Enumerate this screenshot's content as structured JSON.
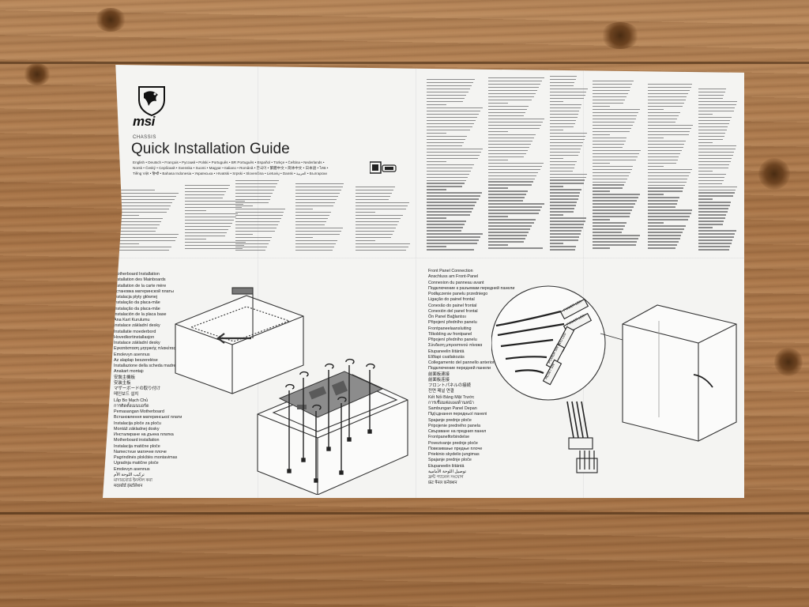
{
  "scene": "Unfolded MSI chassis quick installation guide lying on a wooden table",
  "colors": {
    "paper": "#f4f4f2",
    "ink": "#222222",
    "wood": "#a87447",
    "board": "#8c8c8c"
  },
  "guide": {
    "brand": "msi",
    "logo_icon": "msi-dragon-shield-icon",
    "product_line": "CHASSIS",
    "title": "Quick Installation Guide",
    "languages": "English • Deutsch • Français • Русский • Polski • Português • BR Português • Español • Türkçe • Čeština • Nederlands • Norsk • Český • Сербский • Svenska • Suomi • Magyar • Italiano • Română • 한국어 • 繁體中文 • 简体中文 • 日本語 • ไทย • Tiếng Việt • हिन्दी • Bahasa Indonesia • Українська • Hrvatski • Srpski • Slovenčina • Lietuvių • Dansk • العربية • Български",
    "qr_icon": "qr-code-icon"
  },
  "sections": {
    "motherboard": {
      "items": [
        "Motherboard Installation",
        "Installation des Mainboards",
        "Installation de la carte mère",
        "Установка материнской платы",
        "Instalacja płyty głównej",
        "Instalação da placa-mãe",
        "Instalação da placa-mãe",
        "Instalación de la placa base",
        "Ana Kart Kurulumu",
        "Instalace základní desky",
        "Installatie moederbord",
        "Hovedkortinstallasjon",
        "Instalace základní desky",
        "Eγκατάσταση μητρικής πλακέτας",
        "Emolevyn asennus",
        "Az alaplap beszerelése",
        "Installazione della scheda madre",
        "Anakart montajı",
        "安裝主機板",
        "安装主板",
        "マザーボードの取り付け",
        "메인보드 설치",
        "Lắp Bo Mạch Chủ",
        "การติดตั้งเมนบอร์ด",
        "Pemasangan Motherboard",
        "Встановлення материнської плати",
        "Instalacija ploče za ploču",
        "Montáž základnej dosky",
        "Инсталиране на дънна платка",
        "Motherboard installation",
        "Instalacija matične ploče",
        "Nameстvue матичне плоче",
        "Pagrindinės plokštės montavimas",
        "Ugradnja matične ploče",
        "Emolevyn asennus",
        "تركيب اللوحة الأم",
        "মাদারবোর্ড ইনস্টল করা",
        "मदरबोर्ड इंस्टॉलेशन"
      ]
    },
    "front_panel": {
      "items": [
        "Front Panel Connection",
        "Anschluss am Front-Panel",
        "Connexion du panneau avant",
        "Подключение к разъемам передней панели",
        "Podłączenie panelu przedniego",
        "Ligação do painel frontal",
        "Conexão do painel frontal",
        "Conexión del panel frontal",
        "Ön Panel Bağlantısı",
        "Připojení předního panelu",
        "Frontpaneelaansluiting",
        "Tilkobling av frontpanel",
        "Připojení předního panelu",
        "Σύνδεση μπροστινού πίνακα",
        "Etupaneelin liitäntä",
        "Előlapi csatlakozás",
        "Collegamento del pannello anteriore",
        "Подключение передней панели",
        "前面板連接",
        "前面板连接",
        "フロントパネルの接続",
        "전면 패널 연결",
        "Kết Nối Bảng Mặt Trước",
        "การเชื่อมต่อแผงด้านหน้า",
        "Sambungan Panel Depan",
        "Під'єднання передньої панелі",
        "Spajanje prednje ploče",
        "Pripojenie predného panela",
        "Свързване на предния панел",
        "Frontpanelforbindelse",
        "Povezivanje prednje ploče",
        "Повезивање предње плоче",
        "Priekinio skydelio jungimas",
        "Spajanje prednje ploče",
        "Etupaneelin liitäntä",
        "توصيل اللوحة الأمامية",
        "ফ্রন্ট প্যানেল সংযোগ",
        "फ्रंट पैनल कनेक्शन"
      ],
      "connector_labels": [
        "POWER LED-",
        "POWER LED+",
        "HDD LED",
        "POWER SW",
        "RESET SW"
      ]
    }
  }
}
